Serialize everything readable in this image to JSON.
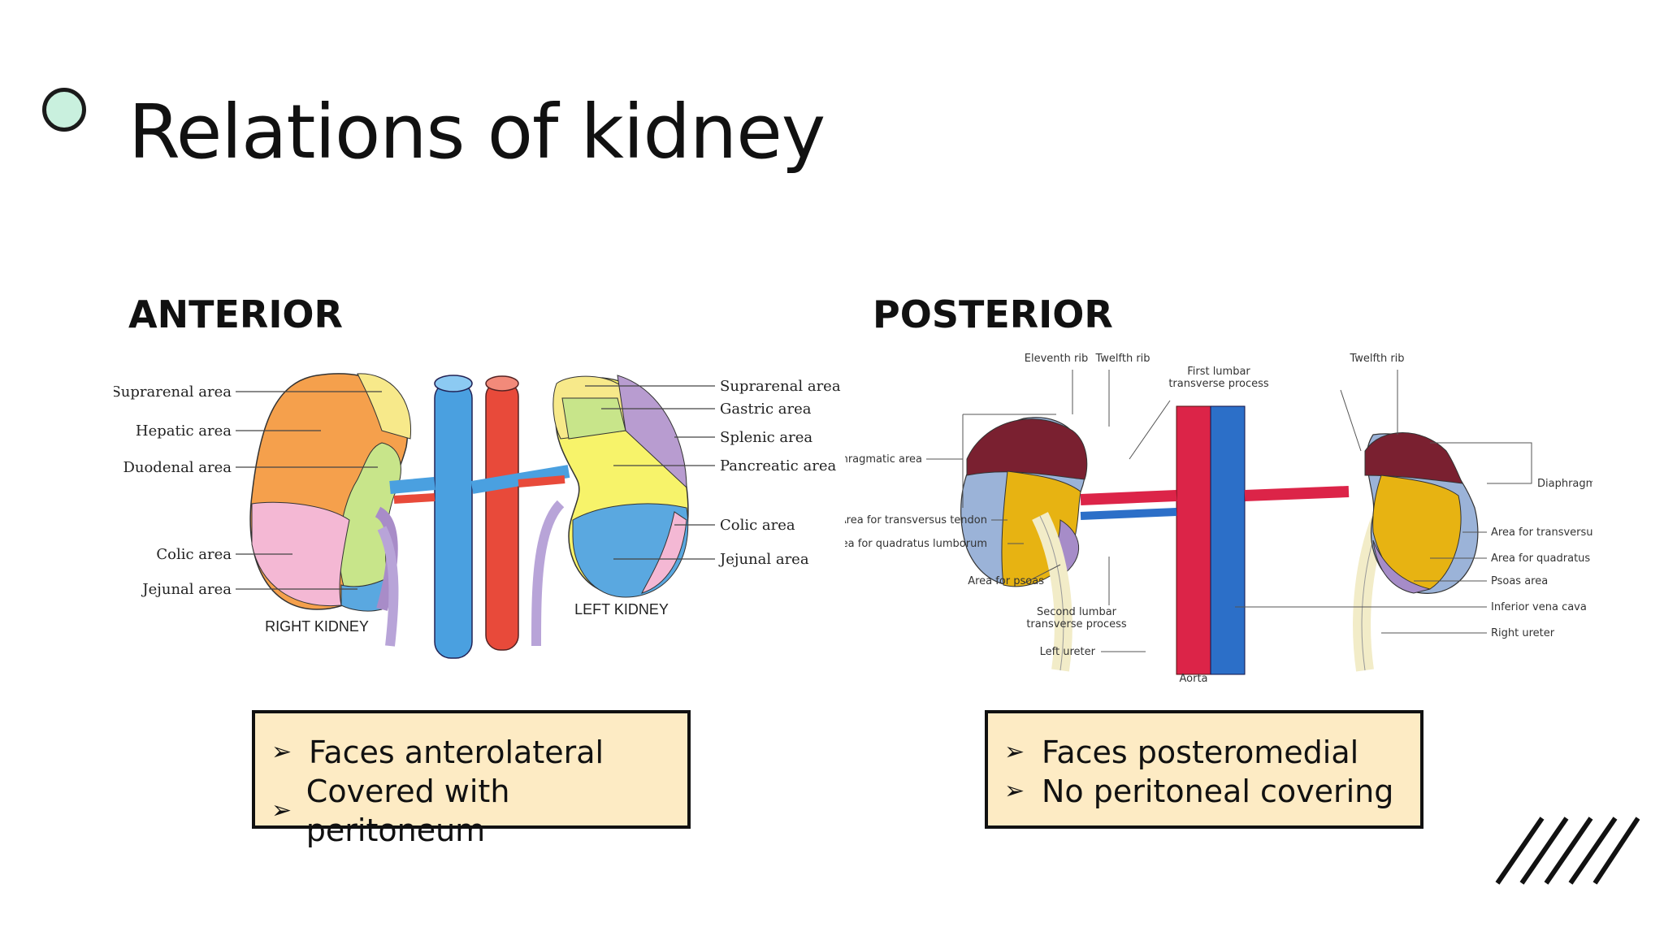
{
  "slide": {
    "title": "Relations of kidney"
  },
  "anterior": {
    "heading": "ANTERIOR",
    "labels_left": [
      "Suprarenal area",
      "Hepatic area",
      "Duodenal area",
      "Colic area",
      "Jejunal area"
    ],
    "labels_right": [
      "Suprarenal area",
      "Gastric area",
      "Splenic area",
      "Pancreatic area",
      "Colic area",
      "Jejunal area"
    ],
    "right_kidney": "RIGHT KIDNEY",
    "left_kidney": "LEFT KIDNEY",
    "points": [
      "Faces anterolateral",
      "Covered with peritoneum"
    ]
  },
  "posterior": {
    "heading": "POSTERIOR",
    "top_labels": [
      "Eleventh rib",
      "Twelfth rib",
      "First lumbar",
      "transverse process",
      "Twelfth rib"
    ],
    "labels_left": [
      "Diaphragmatic area",
      "Area for transversus tendon",
      "Area for quadratus lumborum",
      "Area for psoas",
      "Second lumbar",
      "transverse process",
      "Left ureter"
    ],
    "labels_right": [
      "Diaphragmatic area",
      "Area for transversus tendon",
      "Area for quadratus lumborum",
      "Psoas area",
      "Inferior vena cava",
      "Right ureter"
    ],
    "bottom_label": "Aorta",
    "points": [
      "Faces posteromedial",
      "No peritoneal covering"
    ]
  },
  "colors": {
    "accent_dot": "#c9f0de",
    "box_fill": "#fdebc4"
  }
}
